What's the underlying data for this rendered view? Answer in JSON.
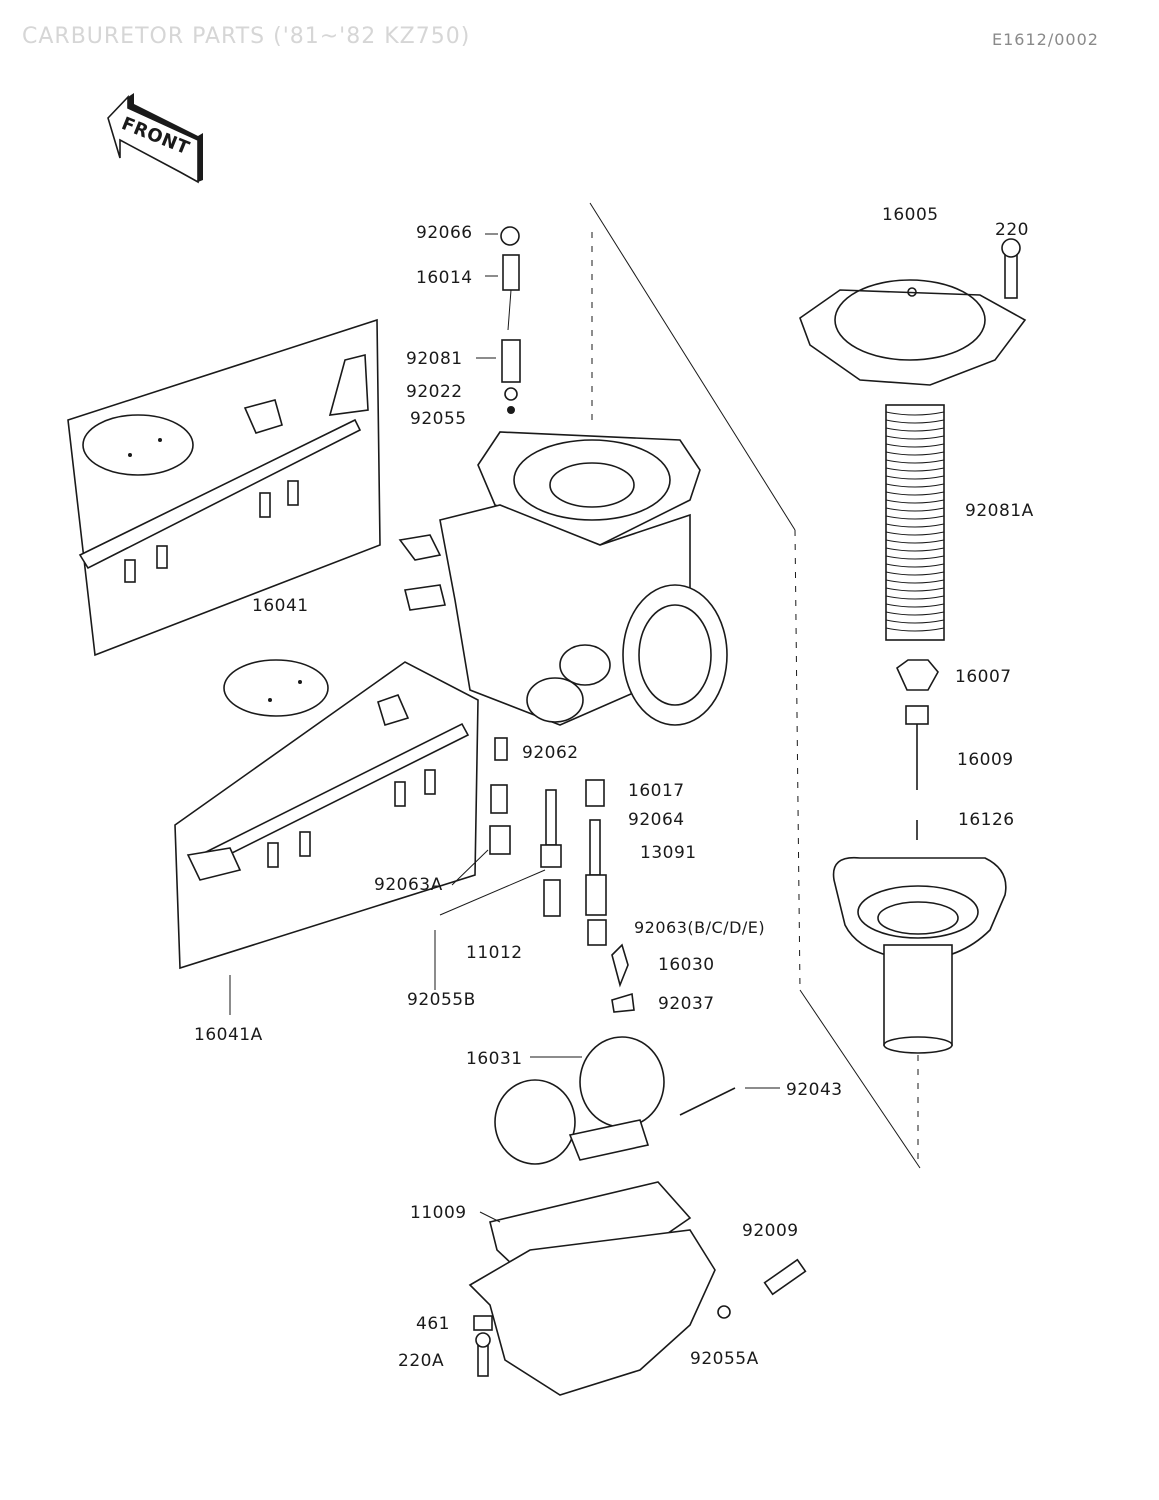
{
  "page": {
    "title": "CARBURETOR PARTS ('81~'82 KZ750)",
    "code": "E1612/0002",
    "front_label": "FRONT"
  },
  "parts": [
    {
      "id": "p92066",
      "label": "92066"
    },
    {
      "id": "p16014",
      "label": "16014"
    },
    {
      "id": "p92081",
      "label": "92081"
    },
    {
      "id": "p92022",
      "label": "92022"
    },
    {
      "id": "p92055",
      "label": "92055"
    },
    {
      "id": "p16005",
      "label": "16005"
    },
    {
      "id": "p220",
      "label": "220"
    },
    {
      "id": "p92081A",
      "label": "92081A"
    },
    {
      "id": "p16041",
      "label": "16041"
    },
    {
      "id": "p16007",
      "label": "16007"
    },
    {
      "id": "p16009",
      "label": "16009"
    },
    {
      "id": "p92062",
      "label": "92062"
    },
    {
      "id": "p16017",
      "label": "16017"
    },
    {
      "id": "p92064",
      "label": "92064"
    },
    {
      "id": "p13091",
      "label": "13091"
    },
    {
      "id": "p16126",
      "label": "16126"
    },
    {
      "id": "p92063A",
      "label": "92063A"
    },
    {
      "id": "p92063B",
      "label": "92063(B/C/D/E)"
    },
    {
      "id": "p11012",
      "label": "11012"
    },
    {
      "id": "p16030",
      "label": "16030"
    },
    {
      "id": "p92055B",
      "label": "92055B"
    },
    {
      "id": "p92037",
      "label": "92037"
    },
    {
      "id": "p16041A",
      "label": "16041A"
    },
    {
      "id": "p16031",
      "label": "16031"
    },
    {
      "id": "p92043",
      "label": "92043"
    },
    {
      "id": "p11009",
      "label": "11009"
    },
    {
      "id": "p92009",
      "label": "92009"
    },
    {
      "id": "p461",
      "label": "461"
    },
    {
      "id": "p220A",
      "label": "220A"
    },
    {
      "id": "p92055A",
      "label": "92055A"
    }
  ]
}
